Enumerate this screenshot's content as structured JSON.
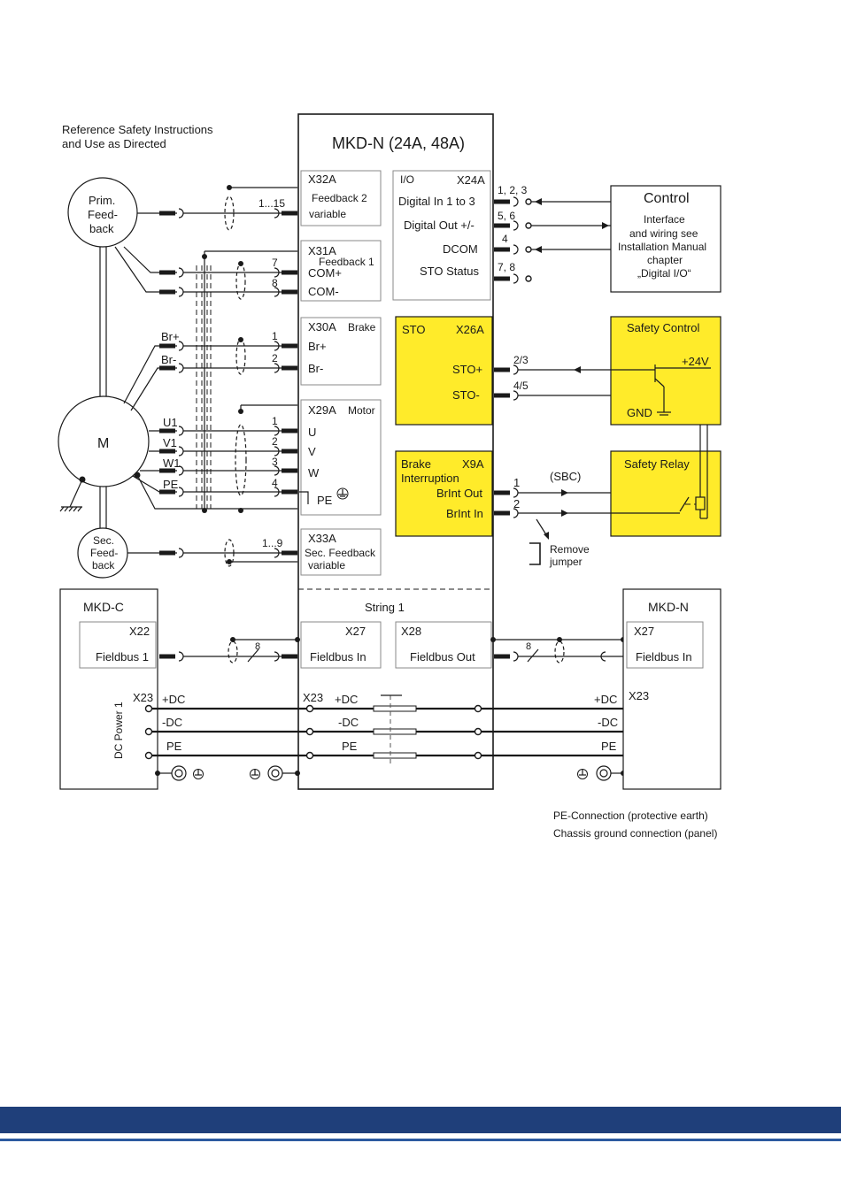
{
  "reference_note": [
    "Reference Safety Instructions",
    "and Use as Directed"
  ],
  "main_unit": {
    "title": "MKD-N (24A, 48A)",
    "x32a": {
      "id": "X32A",
      "line1": "Feedback 2",
      "line2": "variable",
      "pins": "1...15"
    },
    "x31a": {
      "id": "X31A",
      "sub": "Feedback 1",
      "com_plus": "COM+",
      "com_minus": "COM-",
      "pin_plus": "7",
      "pin_minus": "8"
    },
    "x30a": {
      "id": "X30A",
      "sub": "Brake",
      "br_plus": "Br+",
      "br_minus": "Br-",
      "pin1": "1",
      "pin2": "2"
    },
    "x29a": {
      "id": "X29A",
      "sub": "Motor",
      "u": "U",
      "v": "V",
      "w": "W",
      "pe": "PE",
      "pins": [
        "1",
        "2",
        "3",
        "4"
      ]
    },
    "x33a": {
      "id": "X33A",
      "line1": "Sec. Feedback",
      "line2": "variable",
      "pins": "1...9"
    },
    "x24a": {
      "io": "I/O",
      "id": "X24A",
      "digital_in": "Digital In 1 to 3",
      "digital_out": "Digital Out +/-",
      "dcom": "DCOM",
      "sto_status": "STO Status",
      "pins_in": "1, 2, 3",
      "pins_out": "5, 6",
      "pin_dcom": "4",
      "pins_sto": "7, 8"
    },
    "x26a": {
      "sto": "STO",
      "id": "X26A",
      "sto_plus": "STO+",
      "sto_minus": "STO-",
      "pin_plus": "2/3",
      "pin_minus": "4/5"
    },
    "x9a": {
      "line1": "Brake",
      "id": "X9A",
      "line2": "Interruption",
      "brint_out": "BrInt Out",
      "brint_in": "BrInt In",
      "pin1": "1",
      "pin2": "2"
    },
    "string_label": "String 1",
    "x27": {
      "id": "X27",
      "label": "Fieldbus In"
    },
    "x28": {
      "id": "X28",
      "label": "Fieldbus Out"
    },
    "x23": {
      "id": "X23",
      "dc_plus": "+DC",
      "dc_minus": "-DC",
      "pe": "PE"
    }
  },
  "motor": {
    "label": "M",
    "u1": "U1",
    "v1": "V1",
    "w1": "W1",
    "pe": "PE",
    "br_plus": "Br+",
    "br_minus": "Br-"
  },
  "prim_feedback": [
    "Prim.",
    "Feed-",
    "back"
  ],
  "sec_feedback": [
    "Sec.",
    "Feed-",
    "back"
  ],
  "control": {
    "title": "Control",
    "lines": [
      "Interface",
      "and wiring see",
      "Installation Manual",
      "chapter",
      "„Digital I/O“"
    ]
  },
  "safety_control": {
    "title": "Safety Control",
    "v24": "+24V",
    "gnd": "GND"
  },
  "safety_relay": {
    "title": "Safety Relay",
    "sbc": "(SBC)",
    "remove": [
      "Remove",
      "jumper"
    ]
  },
  "mkd_c": {
    "title": "MKD-C",
    "x22": "X22",
    "fieldbus": "Fieldbus 1",
    "dc_power": "DC Power 1",
    "x23": "X23",
    "dc_plus": "+DC",
    "dc_minus": "-DC",
    "pe": "PE",
    "bus_pins": "8"
  },
  "mkd_n_right": {
    "title": "MKD-N",
    "x27": "X27",
    "fieldbus": "Fieldbus In",
    "x23": "X23",
    "dc_plus": "+DC",
    "dc_minus": "-DC",
    "pe": "PE",
    "bus_pins": "8"
  },
  "legend": [
    "PE-Connection (protective earth)",
    "Chassis ground connection (panel)"
  ],
  "colors": {
    "safety_yellow": "#ffeb2a",
    "footer_blue": "#1f3f7a"
  }
}
